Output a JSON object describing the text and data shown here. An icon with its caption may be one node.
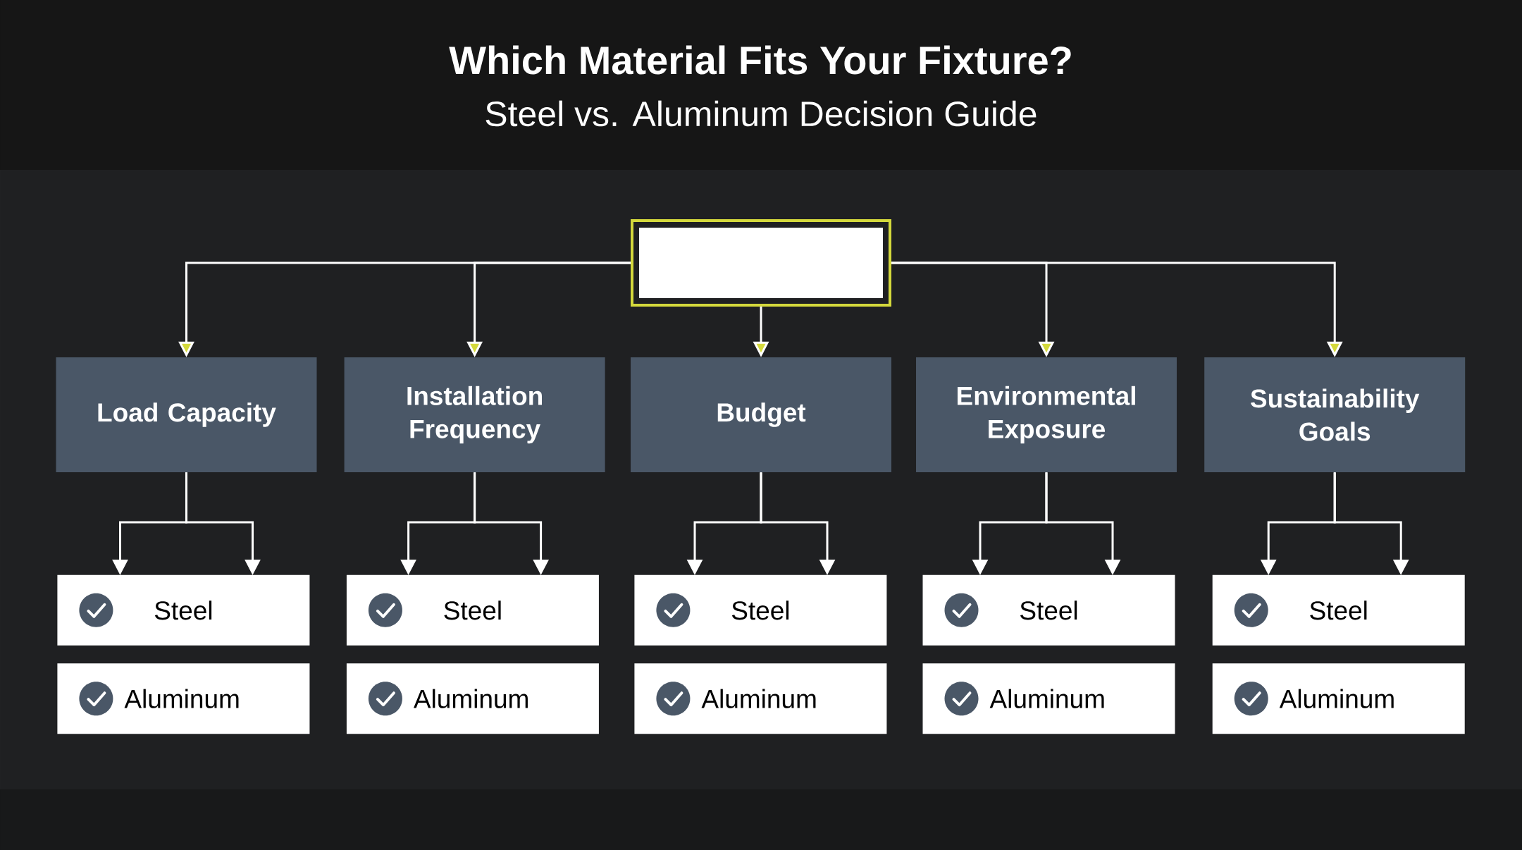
{
  "diagram": {
    "title": "Which Material Fits Your Fixture?",
    "nodes": [
      {
        "text": [],
        "shape": "box"
      },
      {
        "text": [
          "Load Capacity"
        ]
      },
      {
        "text": [
          "Installation Frequency"
        ]
      },
      {
        "text": [
          "Budget"
        ]
      },
      {
        "text": [
          "Environmental Exposure"
        ]
      },
      {
        "text": [
          "Sustainability Goals"
        ]
      },
      {
        "text": [
          "Steel"
        ]
      },
      {
        "text": [
          "Steel"
        ]
      },
      {
        "text": [
          "Steel"
        ]
      },
      {
        "text": [
          "Steel"
        ]
      },
      {
        "text": [
          "Steel"
        ]
      },
      {
        "text": [
          "Aluminum"
        ]
      },
      {
        "text": [
          "Aluminum"
        ]
      },
      {
        "text": [
          "Aluminum"
        ]
      },
      {
        "text": [
          "Aluminum"
        ]
      },
      {
        "text": [
          "Aluminum"
        ]
      }
    ],
    "edges": [
      {
        "from": 0,
        "to": 1,
        "arrow": "to"
      },
      {
        "from": 0,
        "to": 2,
        "arrow": "to"
      },
      {
        "from": 0,
        "to": 3,
        "arrow": "to"
      },
      {
        "from": 0,
        "to": 4,
        "arrow": "to"
      },
      {
        "from": 0,
        "to": 5,
        "arrow": "to"
      },
      {
        "from": 1,
        "to": 6,
        "arrow": "to"
      },
      {
        "from": 1,
        "to": 6,
        "arrow": "to"
      },
      {
        "from": 2,
        "to": 7,
        "arrow": "to"
      },
      {
        "from": 2,
        "to": 7,
        "arrow": "to"
      },
      {
        "from": 3,
        "to": 8,
        "arrow": "to"
      },
      {
        "from": 3,
        "to": 8,
        "arrow": "to"
      },
      {
        "from": 4,
        "to": 9,
        "arrow": "to"
      },
      {
        "from": 4,
        "to": 9,
        "arrow": "to"
      },
      {
        "from": 5,
        "to": 10,
        "arrow": "to"
      },
      {
        "from": 5,
        "to": 10,
        "arrow": "to"
      }
    ],
    "labels": [
      "Steel vs. Aluminum Decision Guide"
    ]
  }
}
